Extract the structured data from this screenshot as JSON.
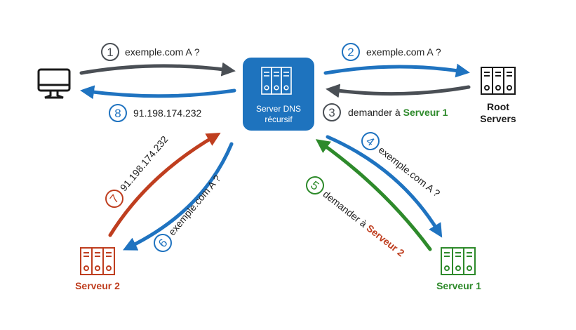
{
  "colors": {
    "blue": "#1f73c0",
    "dark": "#4a4f55",
    "red": "#bf3e1f",
    "green": "#2e8a2b",
    "box": "#1e73be",
    "black": "#1a1a1a"
  },
  "nodes": {
    "client": {
      "label": ""
    },
    "resolver": {
      "line1": "Server DNS",
      "line2": "récursif"
    },
    "root": {
      "line1": "Root",
      "line2": "Servers"
    },
    "server1": {
      "label": "Serveur 1"
    },
    "server2": {
      "label": "Serveur 2"
    }
  },
  "steps": [
    {
      "num": "1",
      "text": "exemple.com A ?"
    },
    {
      "num": "2",
      "text": "exemple.com A ?"
    },
    {
      "num": "3",
      "text": "demander à ",
      "highlight": "Serveur 1"
    },
    {
      "num": "4",
      "text": "exemple.com A ?"
    },
    {
      "num": "5",
      "text": "demander à ",
      "highlight": "Serveur 2"
    },
    {
      "num": "6",
      "text": "exemple.com A ?"
    },
    {
      "num": "7",
      "text": "91.198.174.232"
    },
    {
      "num": "8",
      "text": "91.198.174.232"
    }
  ]
}
